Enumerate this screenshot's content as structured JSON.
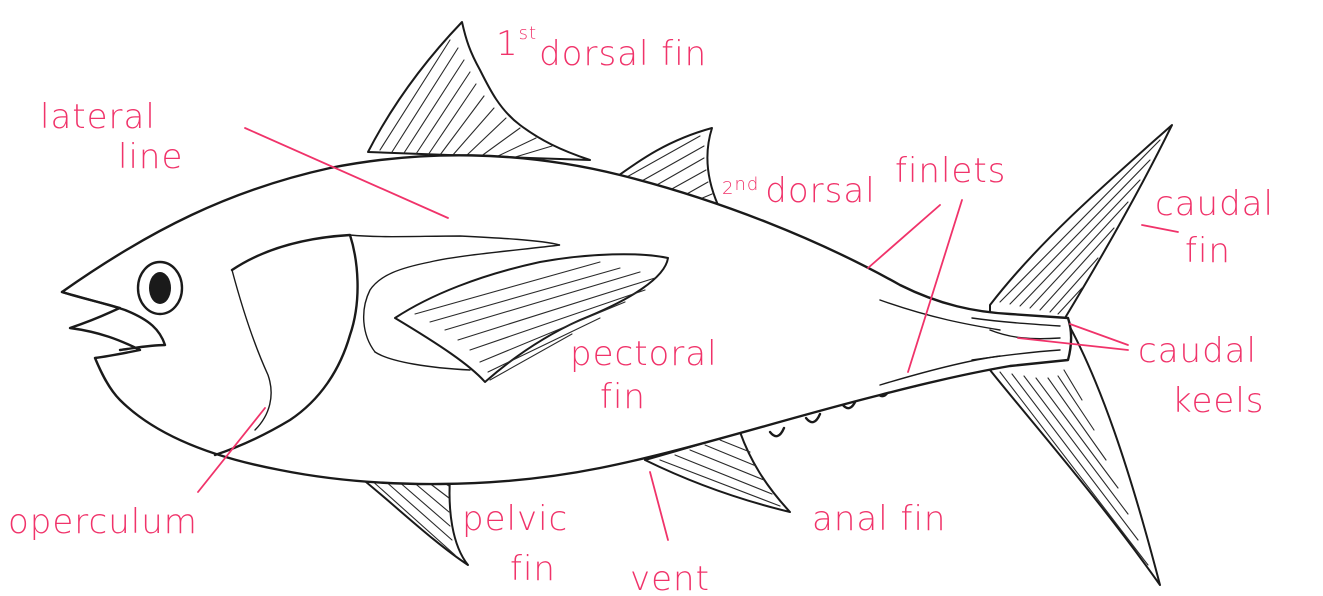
{
  "labels": {
    "first_dorsal_prefix": "1",
    "first_dorsal_sup": "st",
    "first_dorsal_text": "dorsal fin",
    "lateral_line_1": "lateral",
    "lateral_line_2": "line",
    "second_dorsal_prefix": "2",
    "second_dorsal_sup": "nd",
    "second_dorsal_text": "dorsal",
    "finlets": "finlets",
    "caudal_fin_1": "caudal",
    "caudal_fin_2": "fin",
    "caudal_keels_1": "caudal",
    "caudal_keels_2": "keels",
    "pectoral_fin_1": "pectoral",
    "pectoral_fin_2": "fin",
    "operculum": "operculum",
    "pelvic_fin_1": "pelvic",
    "pelvic_fin_2": "fin",
    "vent": "vent",
    "anal_fin": "anal fin"
  },
  "colors": {
    "label": "#f0336a",
    "outline": "#1a1a1a",
    "background": "#ffffff"
  }
}
